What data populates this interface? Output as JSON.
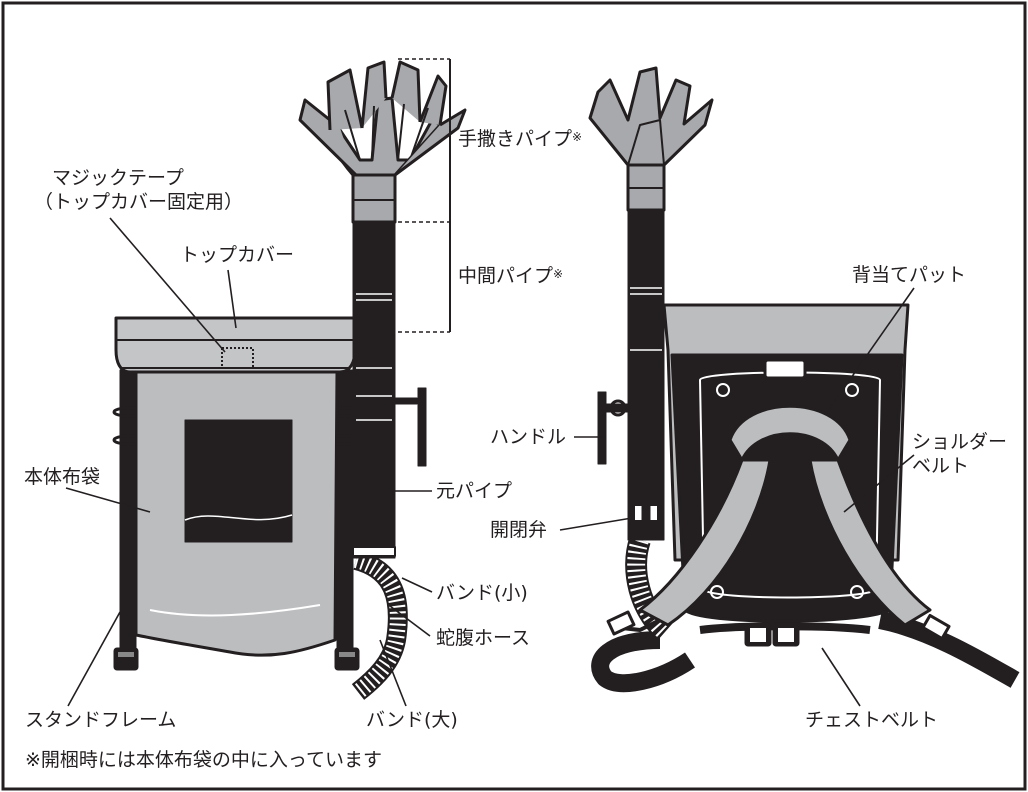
{
  "labels": {
    "hand_pipe": "手撒きパイプ",
    "hand_pipe_mark": "※",
    "middle_pipe": "中間パイプ",
    "middle_pipe_mark": "※",
    "magic_tape_line1": "マジックテープ",
    "magic_tape_line2": "（トップカバー固定用）",
    "top_cover": "トップカバー",
    "main_bag": "本体布袋",
    "base_pipe": "元パイプ",
    "band_small": "バンド(小)",
    "bellows_hose": "蛇腹ホース",
    "band_large": "バンド(大)",
    "stand_frame": "スタンドフレーム",
    "back_pad": "背当てパット",
    "handle": "ハンドル",
    "shoulder_belt_line1": "ショルダー",
    "shoulder_belt_line2": "ベルト",
    "valve": "開閉弁",
    "chest_belt": "チェストベルト"
  },
  "footnote": "※開梱時には本体布袋の中に入っています",
  "colors": {
    "ink": "#231f20",
    "bag_gray": "#bcbdbf",
    "cover_gray": "#c4c5c7",
    "pipe_dark": "#231f20",
    "pipe_light": "#a7a9ac"
  }
}
